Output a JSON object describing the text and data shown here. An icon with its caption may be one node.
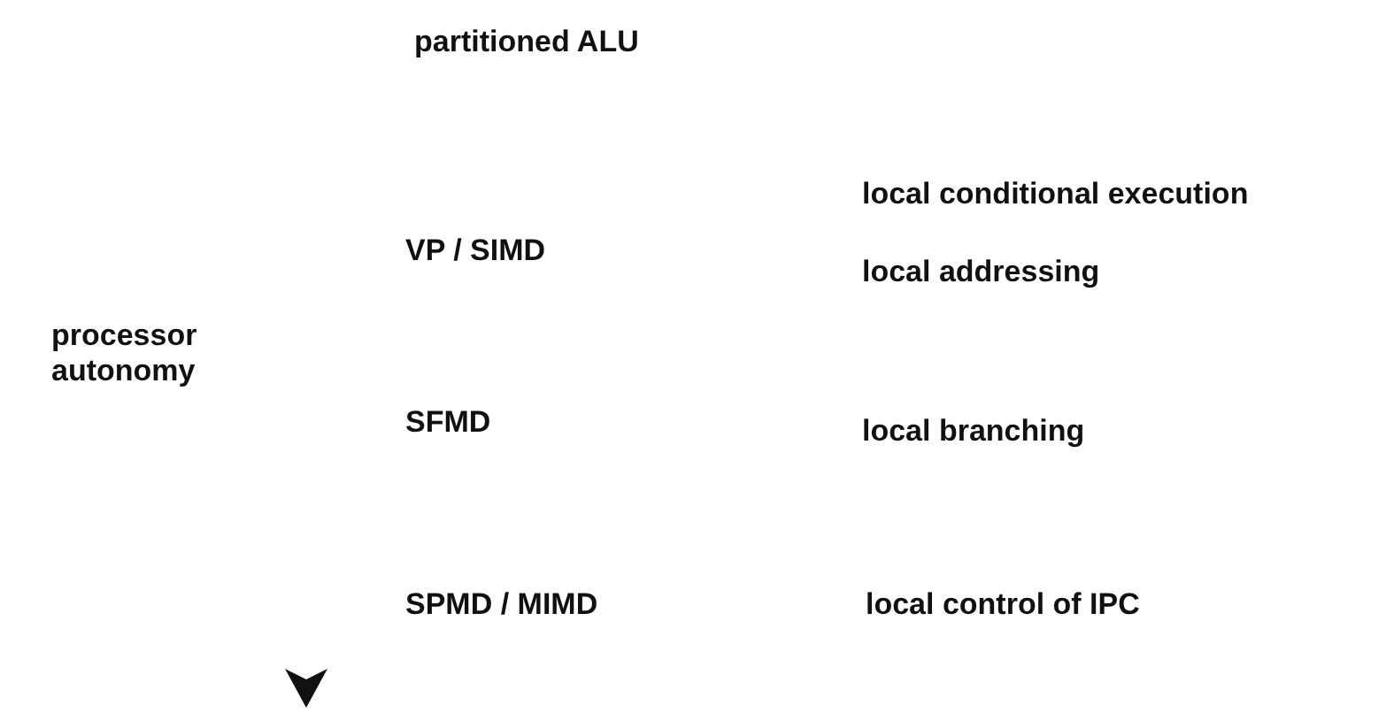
{
  "diagram": {
    "labels": [
      "partitioned ALU",
      "local conditional execution",
      "VP / SIMD",
      "local addressing",
      "processor autonomy",
      "SFMD",
      "local branching",
      "SPMD / MIMD",
      "local control of IPC"
    ]
  }
}
